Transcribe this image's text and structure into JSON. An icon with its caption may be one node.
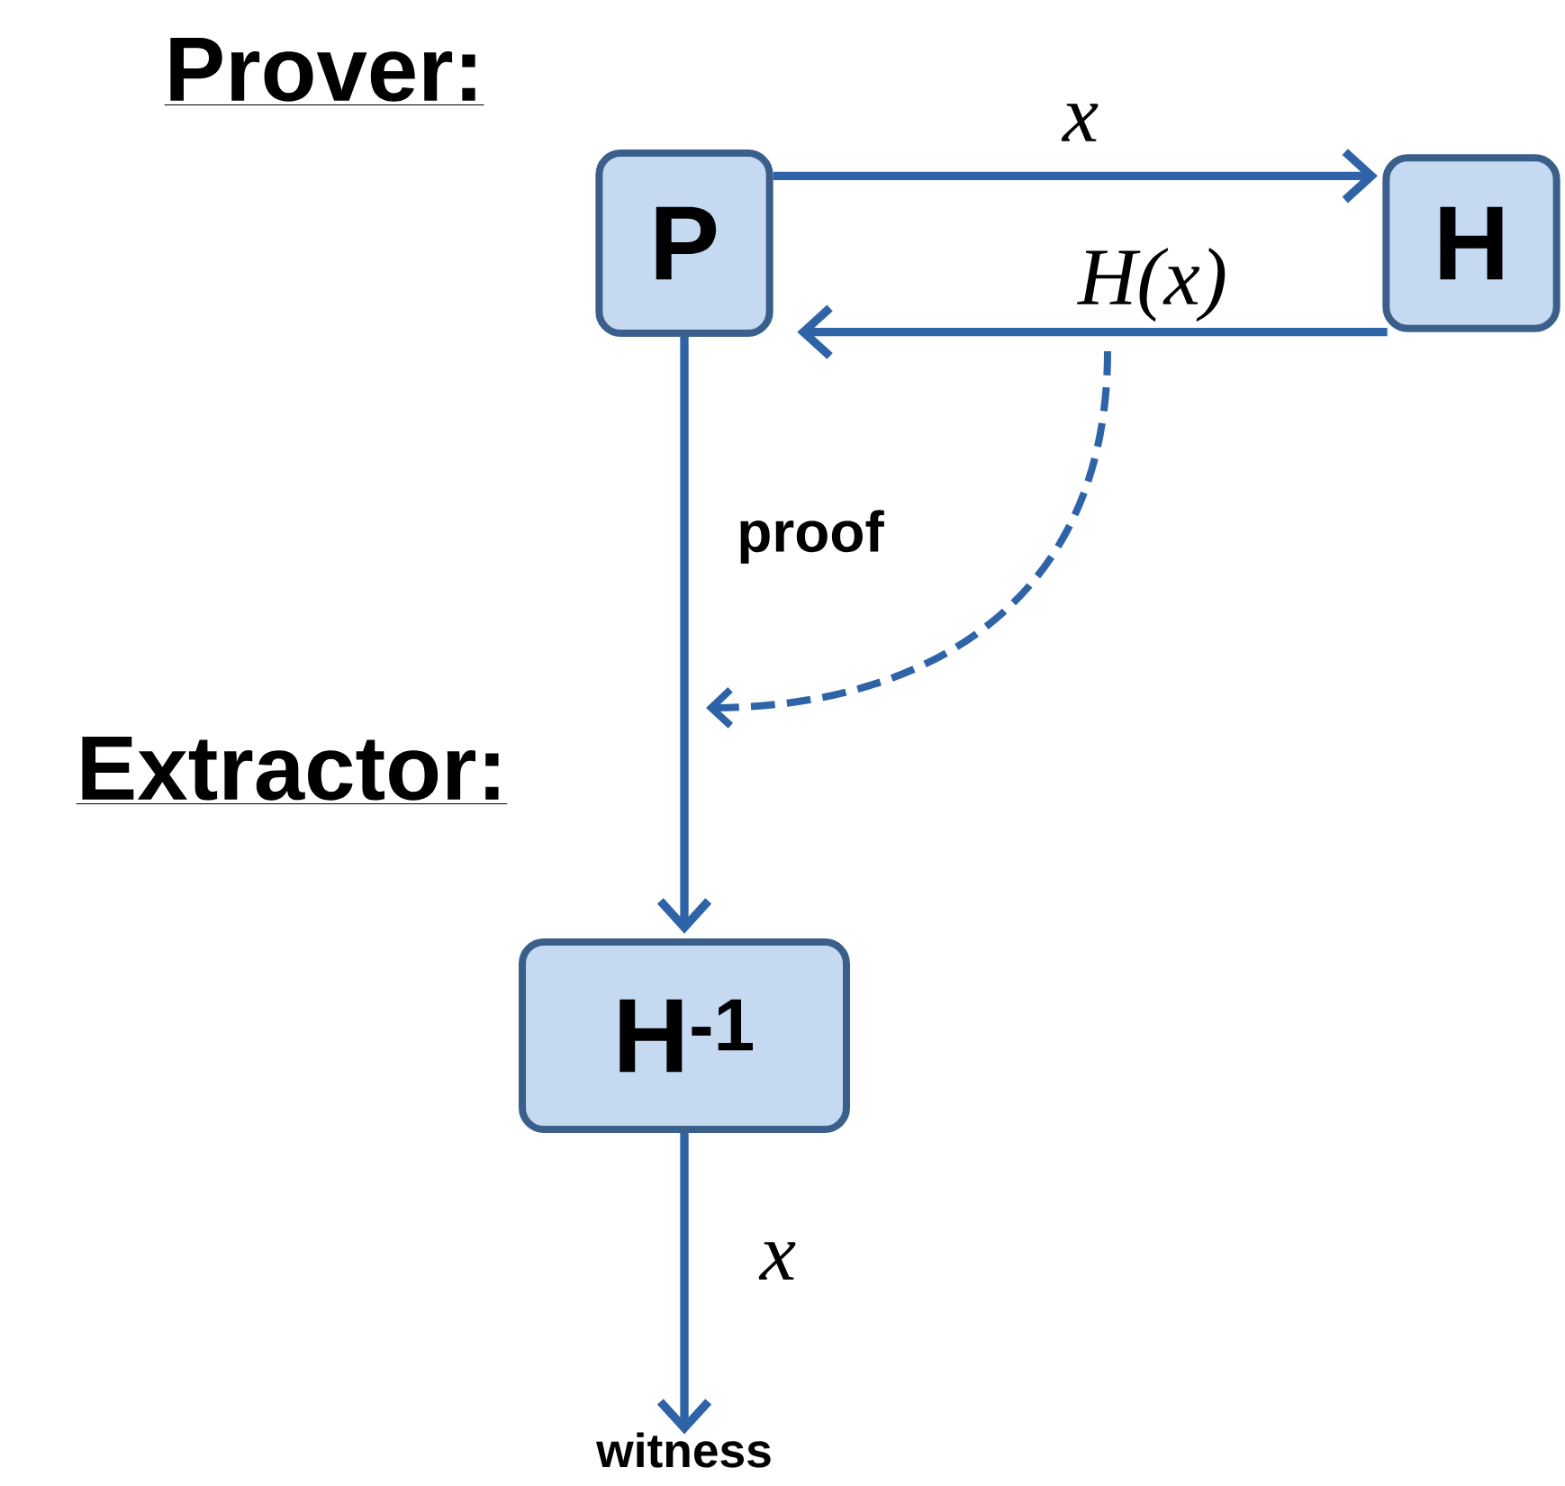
{
  "diagram": {
    "nodes": [
      {
        "text": [
          "P"
        ]
      },
      {
        "text": [
          "H"
        ]
      },
      {
        "text": [
          "H$^{-1}$"
        ]
      },
      {
        "text": [
          "witness"
        ]
      }
    ],
    "edges": [
      {
        "from": 0,
        "to": 1,
        "arrow": "to",
        "label": "x"
      },
      {
        "from": 1,
        "to": 0,
        "arrow": "to",
        "label": "H(x)"
      },
      {
        "from": 0,
        "to": 2,
        "arrow": "to",
        "label": "proof"
      },
      {
        "from": 2,
        "to": 3,
        "arrow": "to",
        "label": "x"
      }
    ],
    "labels": [
      "Prover:",
      "Extractor:"
    ]
  }
}
